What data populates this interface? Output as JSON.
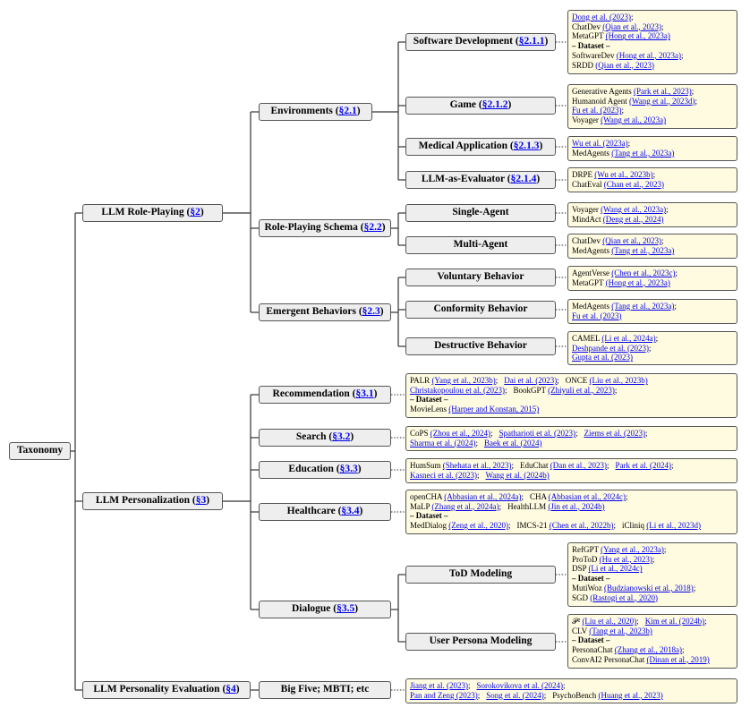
{
  "root": {
    "label": "Taxonomy"
  },
  "nodes": [
    {
      "id": "rp",
      "label": "LLM Role-Playing (",
      "ref": "§2",
      "tail": ")"
    },
    {
      "id": "pers",
      "label": "LLM Personalization (",
      "ref": "§3",
      "tail": ")"
    },
    {
      "id": "pe",
      "label": "LLM Personality Evaluation (",
      "ref": "§4",
      "tail": ")"
    },
    {
      "id": "env",
      "label": "Environments (",
      "ref": "§2.1",
      "tail": ")"
    },
    {
      "id": "rps",
      "label": "Role-Playing Schema (",
      "ref": "§2.2",
      "tail": ")"
    },
    {
      "id": "emb",
      "label": "Emergent Behaviors (",
      "ref": "§2.3",
      "tail": ")"
    },
    {
      "id": "sd",
      "label": "Software Development (",
      "ref": "§2.1.1",
      "tail": ")"
    },
    {
      "id": "game",
      "label": "Game (",
      "ref": "§2.1.2",
      "tail": ")"
    },
    {
      "id": "med",
      "label": "Medical Application (",
      "ref": "§2.1.3",
      "tail": ")"
    },
    {
      "id": "eval",
      "label": "LLM-as-Evaluator (",
      "ref": "§2.1.4",
      "tail": ")"
    },
    {
      "id": "sa",
      "label": "Single-Agent",
      "ref": "",
      "tail": ""
    },
    {
      "id": "ma",
      "label": "Multi-Agent",
      "ref": "",
      "tail": ""
    },
    {
      "id": "vb",
      "label": "Voluntary Behavior",
      "ref": "",
      "tail": ""
    },
    {
      "id": "cb",
      "label": "Conformity Behavior",
      "ref": "",
      "tail": ""
    },
    {
      "id": "db",
      "label": "Destructive Behavior",
      "ref": "",
      "tail": ""
    },
    {
      "id": "rec",
      "label": "Recommendation (",
      "ref": "§3.1",
      "tail": ")"
    },
    {
      "id": "search",
      "label": "Search (",
      "ref": "§3.2",
      "tail": ")"
    },
    {
      "id": "edu",
      "label": "Education (",
      "ref": "§3.3",
      "tail": ")"
    },
    {
      "id": "hc",
      "label": "Healthcare (",
      "ref": "§3.4",
      "tail": ")"
    },
    {
      "id": "dia",
      "label": "Dialogue (",
      "ref": "§3.5",
      "tail": ")"
    },
    {
      "id": "tod",
      "label": "ToD Modeling",
      "ref": "",
      "tail": ""
    },
    {
      "id": "upm",
      "label": "User Persona Modeling",
      "ref": "",
      "tail": ""
    },
    {
      "id": "bf",
      "label": "Big Five; MBTI; etc",
      "ref": "",
      "tail": ""
    }
  ],
  "leaves": [
    {
      "id": "l_sd",
      "lines": [
        [
          {
            "r": "Dong et al. (2023)"
          },
          {
            "t": ";"
          }
        ],
        [
          {
            "t": "ChatDev "
          },
          {
            "r": "(Qian et al., 2023)"
          },
          {
            "t": ";"
          }
        ],
        [
          {
            "t": "MetaGPT "
          },
          {
            "r": "(Hong et al., 2023a)"
          }
        ],
        [
          {
            "h": "– Dataset –"
          }
        ],
        [
          {
            "t": "SoftwareDev "
          },
          {
            "r": "(Hong et al., 2023a)"
          },
          {
            "t": ";"
          }
        ],
        [
          {
            "t": "SRDD "
          },
          {
            "r": "(Qian et al., 2023)"
          }
        ]
      ]
    },
    {
      "id": "l_game",
      "lines": [
        [
          {
            "t": "Generative Agents "
          },
          {
            "r": "(Park et al., 2023)"
          },
          {
            "t": ";"
          }
        ],
        [
          {
            "t": "Humanoid Agent "
          },
          {
            "r": "(Wang et al., 2023d)"
          },
          {
            "t": ";"
          }
        ],
        [
          {
            "r": "Fu et al. (2023)"
          },
          {
            "t": ";"
          }
        ],
        [
          {
            "t": "Voyager "
          },
          {
            "r": "(Wang et al., 2023a)"
          }
        ]
      ]
    },
    {
      "id": "l_med",
      "lines": [
        [
          {
            "r": "Wu et al. (2023a)"
          },
          {
            "t": ";"
          }
        ],
        [
          {
            "t": "MedAgents "
          },
          {
            "r": "(Tang et al., 2023a)"
          }
        ]
      ]
    },
    {
      "id": "l_eval",
      "lines": [
        [
          {
            "t": "DRPE "
          },
          {
            "r": "(Wu et al., 2023b)"
          },
          {
            "t": ";"
          }
        ],
        [
          {
            "t": "ChatEval "
          },
          {
            "r": "(Chan et al., 2023)"
          }
        ]
      ]
    },
    {
      "id": "l_sa",
      "lines": [
        [
          {
            "t": "Voyager "
          },
          {
            "r": "(Wang et al., 2023a)"
          },
          {
            "t": ";"
          }
        ],
        [
          {
            "t": "MindAct "
          },
          {
            "r": "(Deng et al., 2024)"
          }
        ]
      ]
    },
    {
      "id": "l_ma",
      "lines": [
        [
          {
            "t": "ChatDev "
          },
          {
            "r": "(Qian et al., 2023)"
          },
          {
            "t": ";"
          }
        ],
        [
          {
            "t": "MedAgents "
          },
          {
            "r": "(Tang et al., 2023a)"
          }
        ]
      ]
    },
    {
      "id": "l_vb",
      "lines": [
        [
          {
            "t": "AgentVerse "
          },
          {
            "r": "(Chen et al., 2023c)"
          },
          {
            "t": ";"
          }
        ],
        [
          {
            "t": "MetaGPT "
          },
          {
            "r": "(Hong et al., 2023a)"
          }
        ]
      ]
    },
    {
      "id": "l_cb",
      "lines": [
        [
          {
            "t": "MedAgents "
          },
          {
            "r": "(Tang et al., 2023a)"
          },
          {
            "t": ";"
          }
        ],
        [
          {
            "r": "Fu et al. (2023)"
          }
        ]
      ]
    },
    {
      "id": "l_db",
      "lines": [
        [
          {
            "t": "CAMEL "
          },
          {
            "r": "(Li et al., 2024a)"
          },
          {
            "t": ";"
          }
        ],
        [
          {
            "r": "Deshpande et al. (2023)"
          },
          {
            "t": ";"
          }
        ],
        [
          {
            "r": "Gupta et al. (2023)"
          }
        ]
      ]
    },
    {
      "id": "l_rec",
      "lines": [
        [
          {
            "t": "PALR "
          },
          {
            "r": "(Yang et al., 2023b)"
          },
          {
            "t": ";"
          },
          {
            "g": 1
          },
          {
            "r": "Dai et al. (2023)"
          },
          {
            "t": ";"
          },
          {
            "g": 1
          },
          {
            "t": "ONCE "
          },
          {
            "r": "(Liu et al., 2023b)"
          }
        ],
        [
          {
            "r": "Christakopoulou et al. (2023)"
          },
          {
            "t": ";"
          },
          {
            "g": 1
          },
          {
            "t": "BookGPT "
          },
          {
            "r": "(Zhiyuli et al., 2023)"
          },
          {
            "t": ";"
          }
        ],
        [
          {
            "h": "– Dataset –"
          }
        ],
        [
          {
            "t": "MovieLens "
          },
          {
            "r": "(Harper and Konstan, 2015)"
          }
        ]
      ]
    },
    {
      "id": "l_search",
      "lines": [
        [
          {
            "t": "CoPS "
          },
          {
            "r": "(Zhou et al., 2024)"
          },
          {
            "t": ";"
          },
          {
            "g": 1
          },
          {
            "r": "Spatharioti et al. (2023)"
          },
          {
            "t": ";"
          },
          {
            "g": 1
          },
          {
            "r": "Ziems et al. (2023)"
          },
          {
            "t": ";"
          }
        ],
        [
          {
            "r": "Sharma et al. (2024)"
          },
          {
            "t": ";"
          },
          {
            "g": 1
          },
          {
            "r": "Baek et al. (2024)"
          }
        ]
      ]
    },
    {
      "id": "l_edu",
      "lines": [
        [
          {
            "t": "HumSum "
          },
          {
            "r": "(Shehata et al., 2023)"
          },
          {
            "t": ";"
          },
          {
            "g": 1
          },
          {
            "t": "EduChat "
          },
          {
            "r": "(Dan et al., 2023)"
          },
          {
            "t": ";"
          },
          {
            "g": 1
          },
          {
            "r": "Park et al. (2024)"
          },
          {
            "t": ";"
          }
        ],
        [
          {
            "r": "Kasneci et al. (2023)"
          },
          {
            "t": ";"
          },
          {
            "g": 1
          },
          {
            "r": "Wang et al. (2024b)"
          }
        ]
      ]
    },
    {
      "id": "l_hc",
      "lines": [
        [
          {
            "t": "openCHA "
          },
          {
            "r": "(Abbasian et al., 2024a)"
          },
          {
            "t": ";"
          },
          {
            "g": 1
          },
          {
            "t": "CHA "
          },
          {
            "r": "(Abbasian et al., 2024c)"
          },
          {
            "t": ";"
          }
        ],
        [
          {
            "t": "MaLP "
          },
          {
            "r": "(Zhang et al., 2024a)"
          },
          {
            "t": ";"
          },
          {
            "g": 1
          },
          {
            "t": "HealthLLM "
          },
          {
            "r": "(Jin et al., 2024b)"
          }
        ],
        [
          {
            "h": "– Dataset –"
          }
        ],
        [
          {
            "t": "MedDialog "
          },
          {
            "r": "(Zeng et al., 2020)"
          },
          {
            "t": ";"
          },
          {
            "g": 1
          },
          {
            "t": "IMCS-21 "
          },
          {
            "r": "(Chen et al., 2022b)"
          },
          {
            "t": ";"
          },
          {
            "g": 1
          },
          {
            "t": "iCliniq "
          },
          {
            "r": "(Li et al., 2023d)"
          }
        ]
      ]
    },
    {
      "id": "l_tod",
      "lines": [
        [
          {
            "t": "RefGPT "
          },
          {
            "r": "(Yang et al., 2023a)"
          },
          {
            "t": ";"
          }
        ],
        [
          {
            "t": "ProToD "
          },
          {
            "r": "(Hu et al., 2023)"
          },
          {
            "t": ";"
          }
        ],
        [
          {
            "t": "DSP "
          },
          {
            "r": "(Li et al., 2024c)"
          }
        ],
        [
          {
            "h": "– Dataset –"
          }
        ],
        [
          {
            "t": "MutiWoz "
          },
          {
            "r": "(Budzianowski et al., 2018)"
          },
          {
            "t": ";"
          }
        ],
        [
          {
            "t": "SGD "
          },
          {
            "r": "(Rastogi et al., 2020)"
          }
        ]
      ]
    },
    {
      "id": "l_upm",
      "lines": [
        [
          {
            "t": "𝒫² "
          },
          {
            "r": "(Liu et al., 2020)"
          },
          {
            "t": ";"
          },
          {
            "g": 1
          },
          {
            "r": "Kim et al. (2024b)"
          },
          {
            "t": ";"
          }
        ],
        [
          {
            "t": "CLV "
          },
          {
            "r": "(Tang et al., 2023b)"
          }
        ],
        [
          {
            "h": "– Dataset –"
          }
        ],
        [
          {
            "t": "PersonaChat "
          },
          {
            "r": "(Zhang et al., 2018a)"
          },
          {
            "t": ";"
          }
        ],
        [
          {
            "t": "ConvAI2 PersonaChat "
          },
          {
            "r": "(Dinan et al., 2019)"
          }
        ]
      ]
    },
    {
      "id": "l_bf",
      "lines": [
        [
          {
            "r": "Jiang et al. (2023)"
          },
          {
            "t": ";"
          },
          {
            "g": 1
          },
          {
            "r": "Sorokovikova et al. (2024)"
          },
          {
            "t": ";"
          }
        ],
        [
          {
            "r": "Pan and Zeng (2023)"
          },
          {
            "t": ";"
          },
          {
            "g": 1
          },
          {
            "r": "Song et al. (2024)"
          },
          {
            "t": ";"
          },
          {
            "g": 1
          },
          {
            "t": "PsychoBench "
          },
          {
            "r": "(Huang et al., 2023)"
          }
        ]
      ]
    }
  ]
}
